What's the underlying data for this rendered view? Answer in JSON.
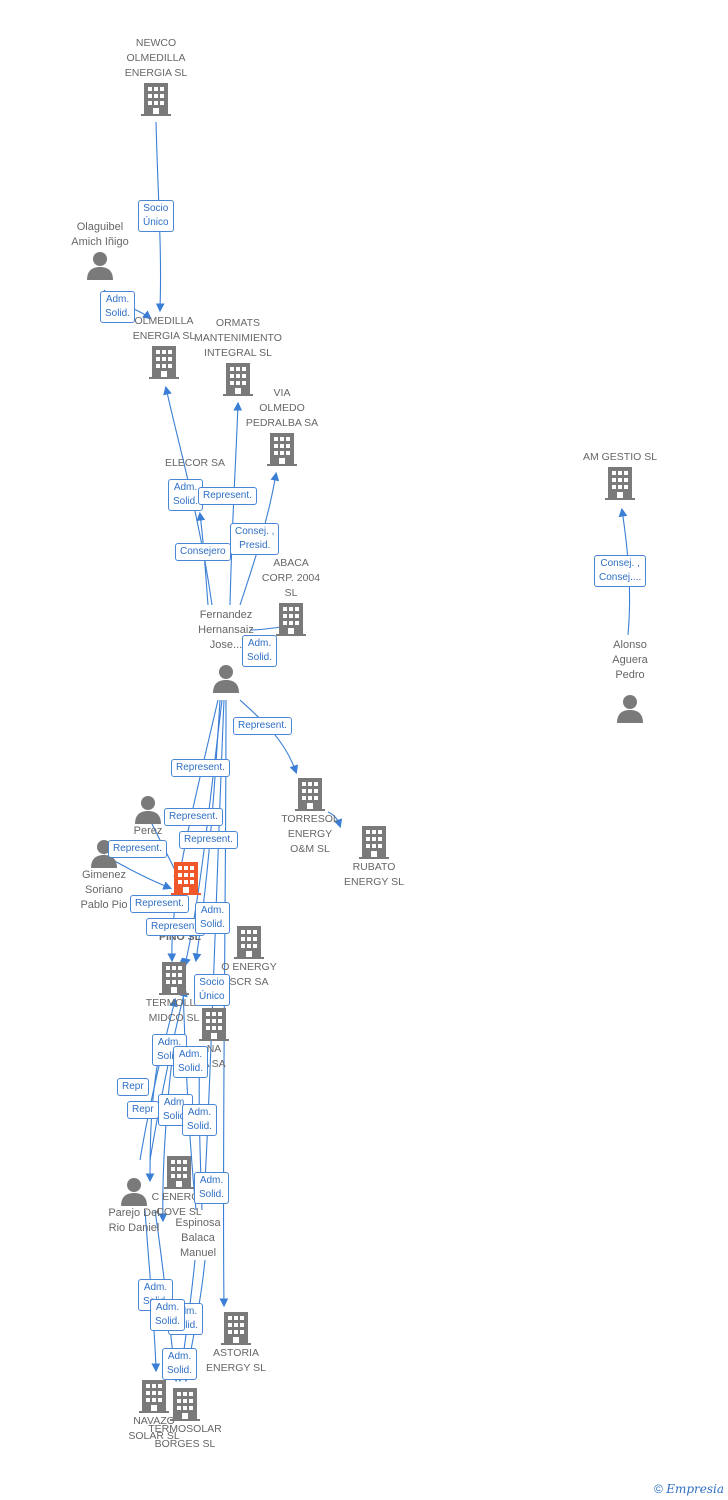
{
  "colors": {
    "edge": "#3a7fd5",
    "icon": "#7a7a7a",
    "focus": "#f0582c",
    "label": "#666666"
  },
  "nodes": [
    {
      "id": "newco",
      "type": "company",
      "label": "NEWCO\nOLMEDILLA\nENERGIA SL"
    },
    {
      "id": "olmedilla",
      "type": "company",
      "label": "OLMEDILLA\nENERGIA SL"
    },
    {
      "id": "ormats",
      "type": "company",
      "label": "ORMATS\nMANTENIMIENTO\nINTEGRAL SL"
    },
    {
      "id": "via",
      "type": "company",
      "label": "VIA\nOLMEDO\nPEDRALBA SA"
    },
    {
      "id": "elecor",
      "type": "company",
      "label": "ELECOR SA"
    },
    {
      "id": "abaca",
      "type": "company",
      "label": "ABACA\nCORP. 2004\nSL"
    },
    {
      "id": "amgestio",
      "type": "company",
      "label": "AM GESTIO SL"
    },
    {
      "id": "torresol",
      "type": "company",
      "label": "TORRESOL\nENERGY\nO&M SL"
    },
    {
      "id": "rubato",
      "type": "company",
      "label": "RUBATO\nENERGY SL"
    },
    {
      "id": "focus",
      "type": "company",
      "label": "",
      "focus": true
    },
    {
      "id": "pino",
      "type": "company",
      "label": "PINO SL"
    },
    {
      "id": "oenergy",
      "type": "company",
      "label": "O ENERGY\nSCR SA"
    },
    {
      "id": "termolla",
      "type": "company",
      "label": "TERMOLLA\nMIDCO SL"
    },
    {
      "id": "na",
      "type": "company",
      "label": "NA\nA SA"
    },
    {
      "id": "cenergy",
      "type": "company",
      "label": "C ENERGY\nCOVE SL"
    },
    {
      "id": "astoria",
      "type": "company",
      "label": "ASTORIA\nENERGY SL"
    },
    {
      "id": "navazo",
      "type": "company",
      "label": "NAVAZO\nSOLAR SL"
    },
    {
      "id": "termosolar",
      "type": "company",
      "label": "TERMOSOLAR\nBORGES SL"
    },
    {
      "id": "olaguibel",
      "type": "person",
      "label": "Olaguibel\nAmich Iñigo"
    },
    {
      "id": "fernandez",
      "type": "person",
      "label": "Fernandez\nHernansaiz\nJose..."
    },
    {
      "id": "alonso",
      "type": "person",
      "label": "Alonso\nAguera\nPedro"
    },
    {
      "id": "perez",
      "type": "person",
      "label": "Perez\nOscar"
    },
    {
      "id": "gimenez",
      "type": "person",
      "label": "Gimenez\nSoriano\nPablo Pio"
    },
    {
      "id": "parejo",
      "type": "person",
      "label": "Parejo Del\nRio Daniel"
    },
    {
      "id": "espinosa",
      "type": "person",
      "label": "Espinosa\nBalaca\nManuel"
    }
  ],
  "edge_labels": [
    "Socio\nÚnico",
    "Adm.\nSolid.",
    "Adm.\nSolid.",
    "Represent.",
    "Consejero",
    "Consej. ,\nPresid.",
    "Adm.\nSolid.",
    "Consej. ,\nConsej....",
    "Represent.",
    "Represent.",
    "Represent.",
    "Represent.",
    "Represent.",
    "Represent.",
    "Represent.",
    "Adm.\nSolid.",
    "Socio\nÚnico",
    "Adm.\nSolid.",
    "Adm.\nSolid.",
    "Repr",
    "Repr",
    "Adm.\nSolid.",
    "Adm.\nSolid.",
    "Adm.\nSolid.",
    "Adm.\nSolid.",
    "Adm.\nSolid.",
    "Adm.\nSolid.",
    "Adm.\nSolid."
  ],
  "footer": {
    "copyright": "©",
    "brand": "Empresia"
  }
}
